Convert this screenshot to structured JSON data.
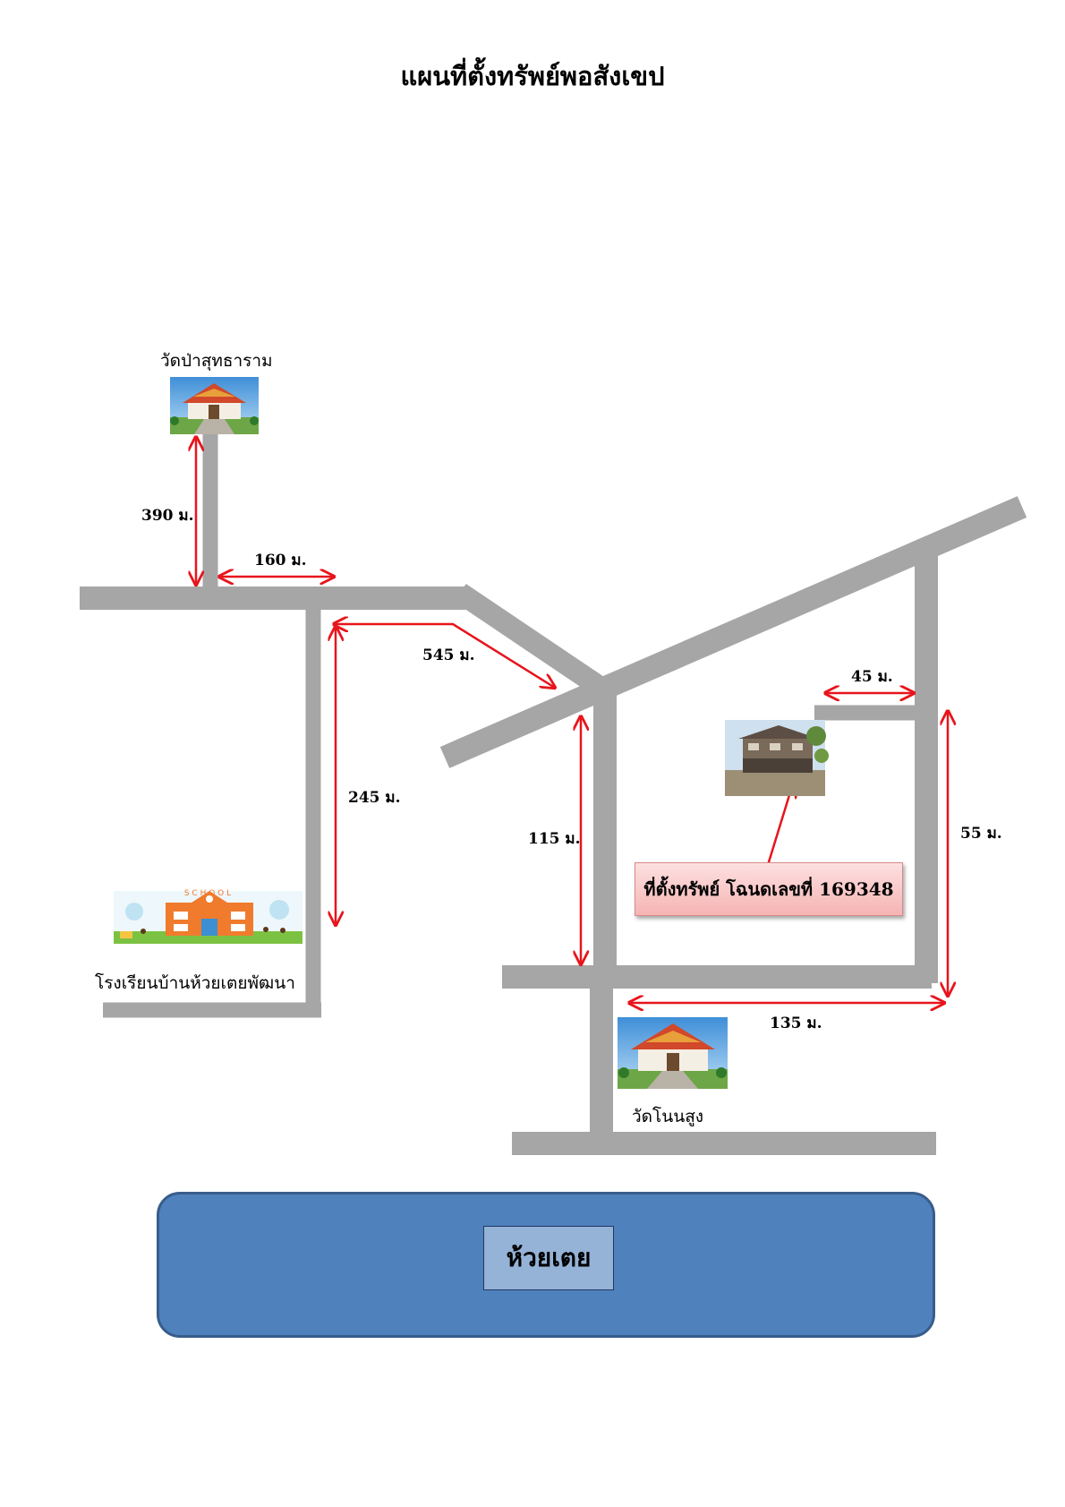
{
  "title": "แผนที่ตั้งทรัพย์พอสังเขป",
  "places": {
    "temple_north": "วัดป่าสุทธาราม",
    "school": "โรงเรียนบ้านห้วยเตยพัฒนา",
    "school_sign": "S C H O O L",
    "temple_south": "วัดโนนสูง"
  },
  "callout": "ที่ตั้งทรัพย์ โฉนดเลขที่ 169348",
  "distances": {
    "d390": "390 ม.",
    "d160": "160 ม.",
    "d545": "545 ม.",
    "d245": "245 ม.",
    "d115": "115 ม.",
    "d45": "45 ม.",
    "d55": "55 ม.",
    "d135": "135 ม."
  },
  "river": "ห้วยเตย",
  "colors": {
    "road": "#a6a6a6",
    "arrow": "#e8141c",
    "river": "#4f81bd",
    "river_label": "#95b3d7"
  }
}
